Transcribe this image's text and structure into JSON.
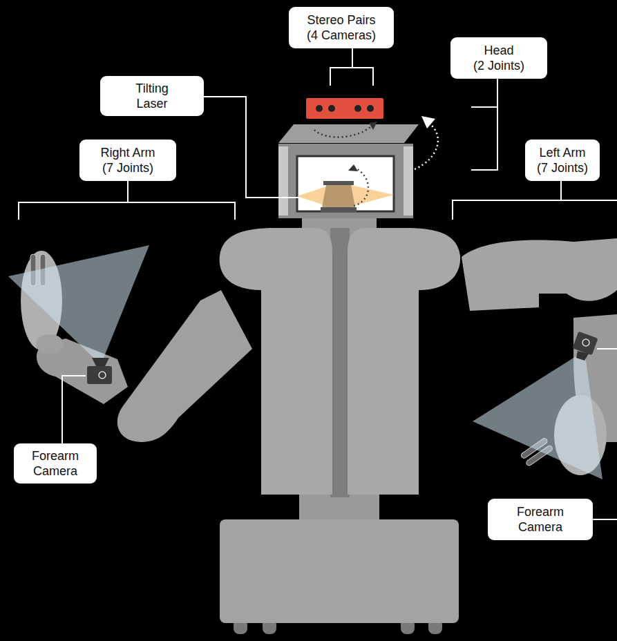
{
  "diagram": {
    "nodes": [
      {
        "text": [
          "Stereo Pairs (4 Cameras)"
        ]
      },
      {
        "text": [
          "Head (2 Joints)"
        ]
      },
      {
        "text": [
          "Tilting Laser"
        ]
      },
      {
        "text": [
          "Right Arm (7 Joints)"
        ]
      },
      {
        "text": [
          "Left Arm (7 Joints)"
        ]
      },
      {
        "text": [
          "Forearm Camera"
        ]
      },
      {
        "text": [
          "Forearm Camera"
        ]
      }
    ]
  }
}
